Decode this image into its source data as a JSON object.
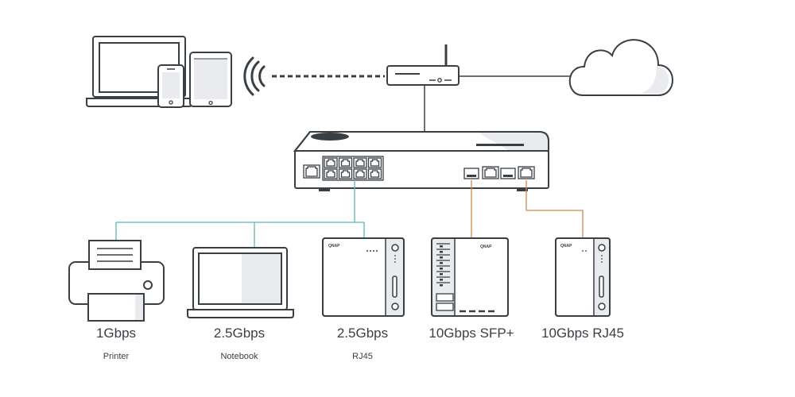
{
  "colors": {
    "outline": "#3a3f44",
    "teal_link": "#5fb3b3",
    "orange_link": "#c98a4b",
    "panel_gray": "#e9ebee",
    "background": "#ffffff"
  },
  "icons": {
    "client_devices": [
      "laptop-icon",
      "smartphone-icon",
      "tablet-icon"
    ],
    "wireless": "wifi-signal-icon",
    "router": "router-icon",
    "internet": "cloud-icon",
    "switch": "network-switch-icon"
  },
  "nas": {
    "brand_text": "QNAP"
  },
  "devices": [
    {
      "icon": "printer-icon",
      "speed": "1Gbps",
      "name": "Printer"
    },
    {
      "icon": "notebook-icon",
      "speed": "2.5Gbps",
      "name": "Notebook"
    },
    {
      "icon": "nas-2bay-icon",
      "speed": "2.5Gbps",
      "name": "RJ45"
    },
    {
      "icon": "nas-tower-icon",
      "speed": "10Gbps SFP+",
      "name": ""
    },
    {
      "icon": "nas-2bay-small-icon",
      "speed": "10Gbps RJ45",
      "name": ""
    }
  ]
}
